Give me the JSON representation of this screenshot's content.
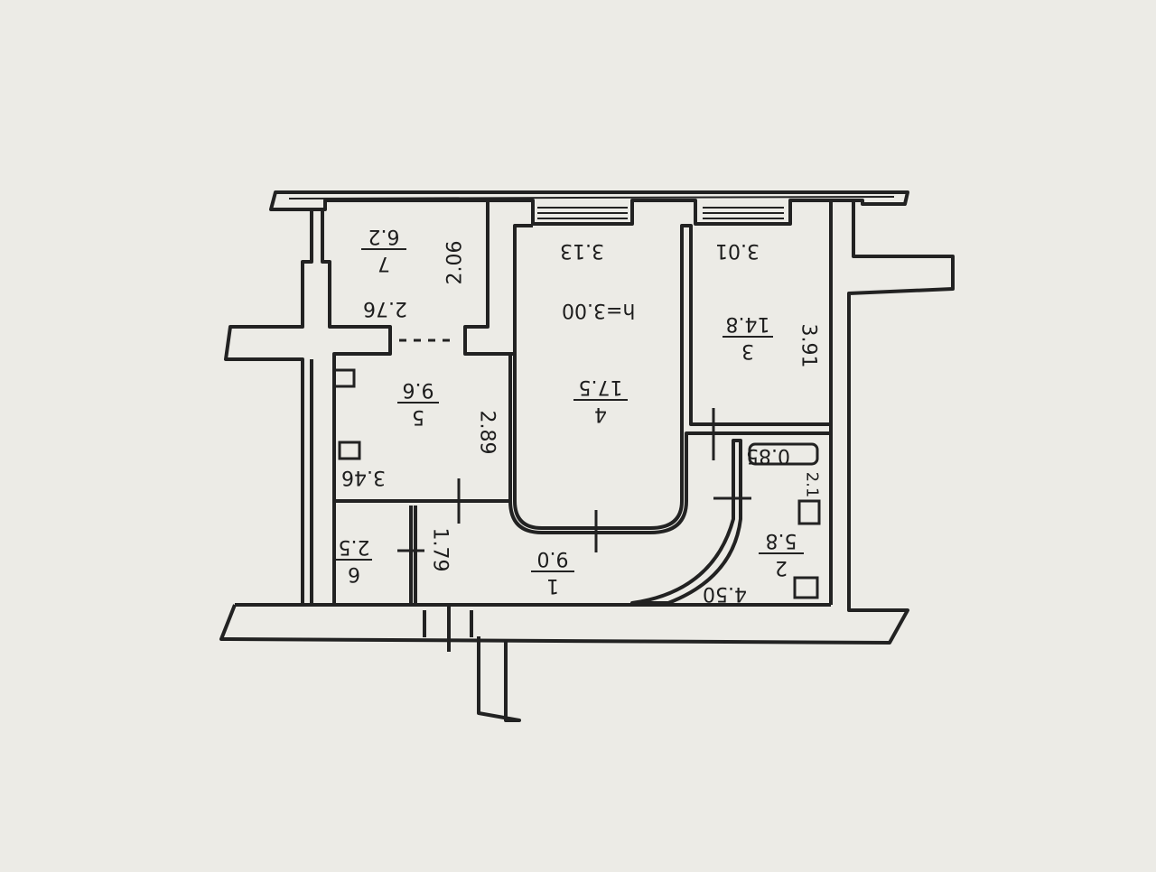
{
  "plan": {
    "ceiling_height": "h=3.00",
    "rooms": [
      {
        "id": "1",
        "label": "1",
        "area": "9.0"
      },
      {
        "id": "2",
        "label": "2",
        "area": "5.8"
      },
      {
        "id": "3",
        "label": "3",
        "area": "14.8"
      },
      {
        "id": "4",
        "label": "4",
        "area": "17.5"
      },
      {
        "id": "5",
        "label": "5",
        "area": "9.6"
      },
      {
        "id": "6",
        "label": "6",
        "area": "2.5"
      },
      {
        "id": "7",
        "label": "7",
        "area": "6.2"
      }
    ],
    "dimensions": {
      "d_3_13": "3.13",
      "d_3_01": "3.01",
      "d_2_06": "2.06",
      "d_2_76": "2.76",
      "d_3_91": "3.91",
      "d_2_89": "2.89",
      "d_3_46": "3.46",
      "d_1_79": "1.79",
      "d_4_50": "4.50",
      "d_0_85": "0.85",
      "d_2_1": "2.1"
    }
  },
  "colors": {
    "paper": "#ecebe6",
    "ink": "#222222"
  }
}
